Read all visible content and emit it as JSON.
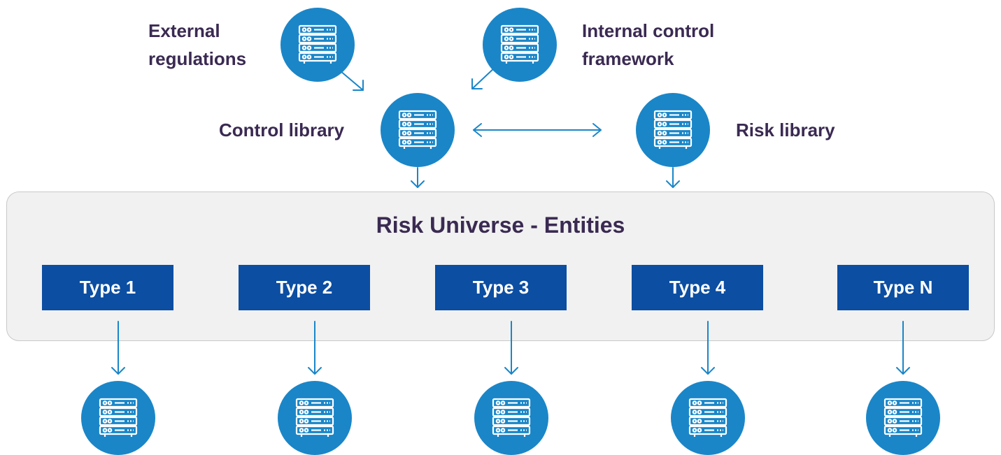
{
  "labels": {
    "external": [
      "External",
      "regulations"
    ],
    "internal": [
      "Internal control",
      "framework"
    ],
    "control_library": "Control library",
    "risk_library": "Risk library"
  },
  "universe": {
    "title": "Risk Universe - Entities",
    "types": [
      "Type 1",
      "Type 2",
      "Type 3",
      "Type 4",
      "Type N"
    ]
  },
  "icons": {
    "node": "database-server-icon"
  },
  "colors": {
    "circle": "#1a86c8",
    "type_box": "#0b4ea2",
    "label_text": "#3a2a52",
    "arrow": "#1a86c8",
    "panel": "#f1f1f1"
  }
}
